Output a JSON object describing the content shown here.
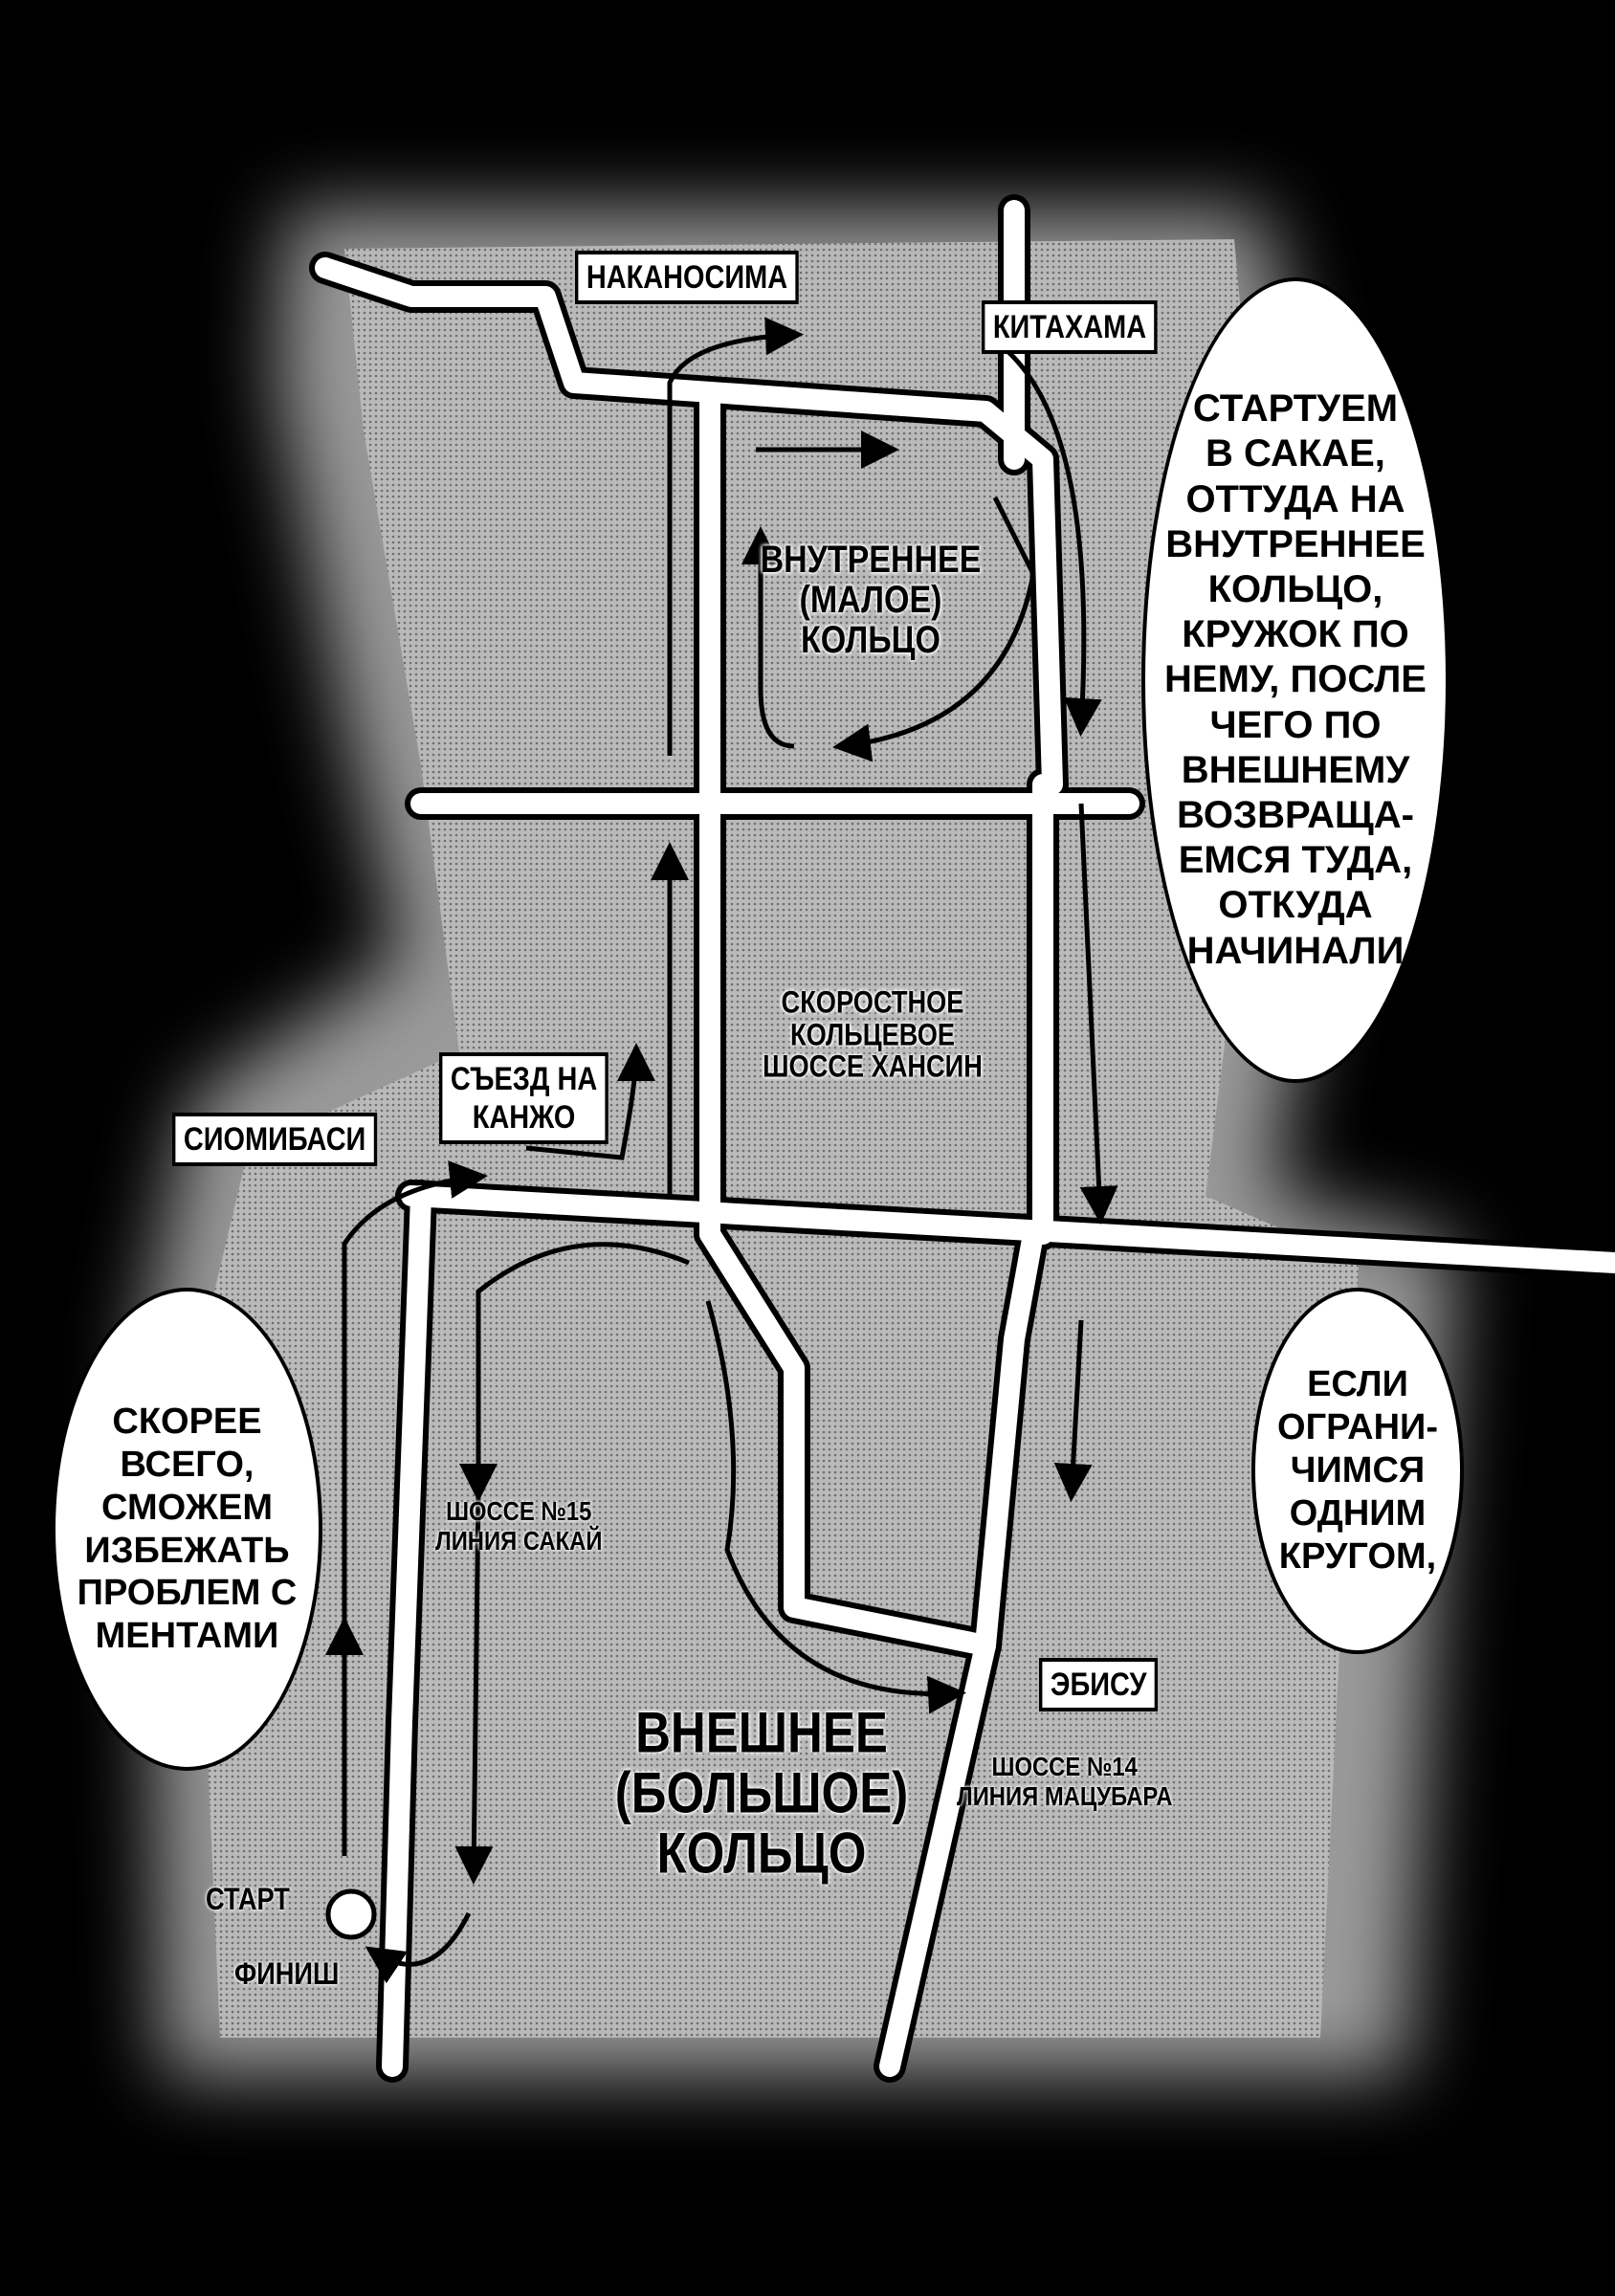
{
  "map": {
    "labels": {
      "nakanoshima": "НАКАНОСИМА",
      "kitahama": "КИТАХАМА",
      "kanjo_exit": "СЪЕЗД НА\nКАНЖО",
      "shiomibashi": "СИОМИБАСИ",
      "ebisu": "ЭБИСУ",
      "start": "СТАРТ",
      "finish": "ФИНИШ"
    },
    "areas": {
      "inner_ring": "ВНУТРЕННЕЕ\n(МАЛОЕ)\nКОЛЬЦО",
      "hanshin": "СКОРОСТНОЕ\nКОЛЬЦЕВОЕ\nШОССЕ ХАНСИН",
      "outer_ring": "ВНЕШНЕЕ\n(БОЛЬШОЕ)\nКОЛЬЦО"
    },
    "routes": {
      "route15": "ШОССЕ №15\nЛИНИЯ САКАЙ",
      "route14": "ШОССЕ №14\nЛИНИЯ МАЦУБАРА"
    }
  },
  "bubbles": {
    "right_top": "СТАРТУЕМ\nВ САКАЕ,\nОТТУДА НА\nВНУТРЕННЕЕ\nКОЛЬЦО,\nКРУЖОК ПО\nНЕМУ, ПОСЛЕ\nЧЕГО ПО\nВНЕШНЕМУ\nВОЗВРАЩА-\nЕМСЯ ТУДА,\nОТКУДА\nНАЧИНАЛИ",
    "right_bottom": "ЕСЛИ\nОГРАНИ-\nЧИМСЯ\nОДНИМ\nКРУГОМ,",
    "left": "СКОРЕЕ\nВСЕГО,\nСМОЖЕМ\nИЗБЕЖАТЬ\nПРОБЛЕМ С\nМЕНТАМИ"
  }
}
